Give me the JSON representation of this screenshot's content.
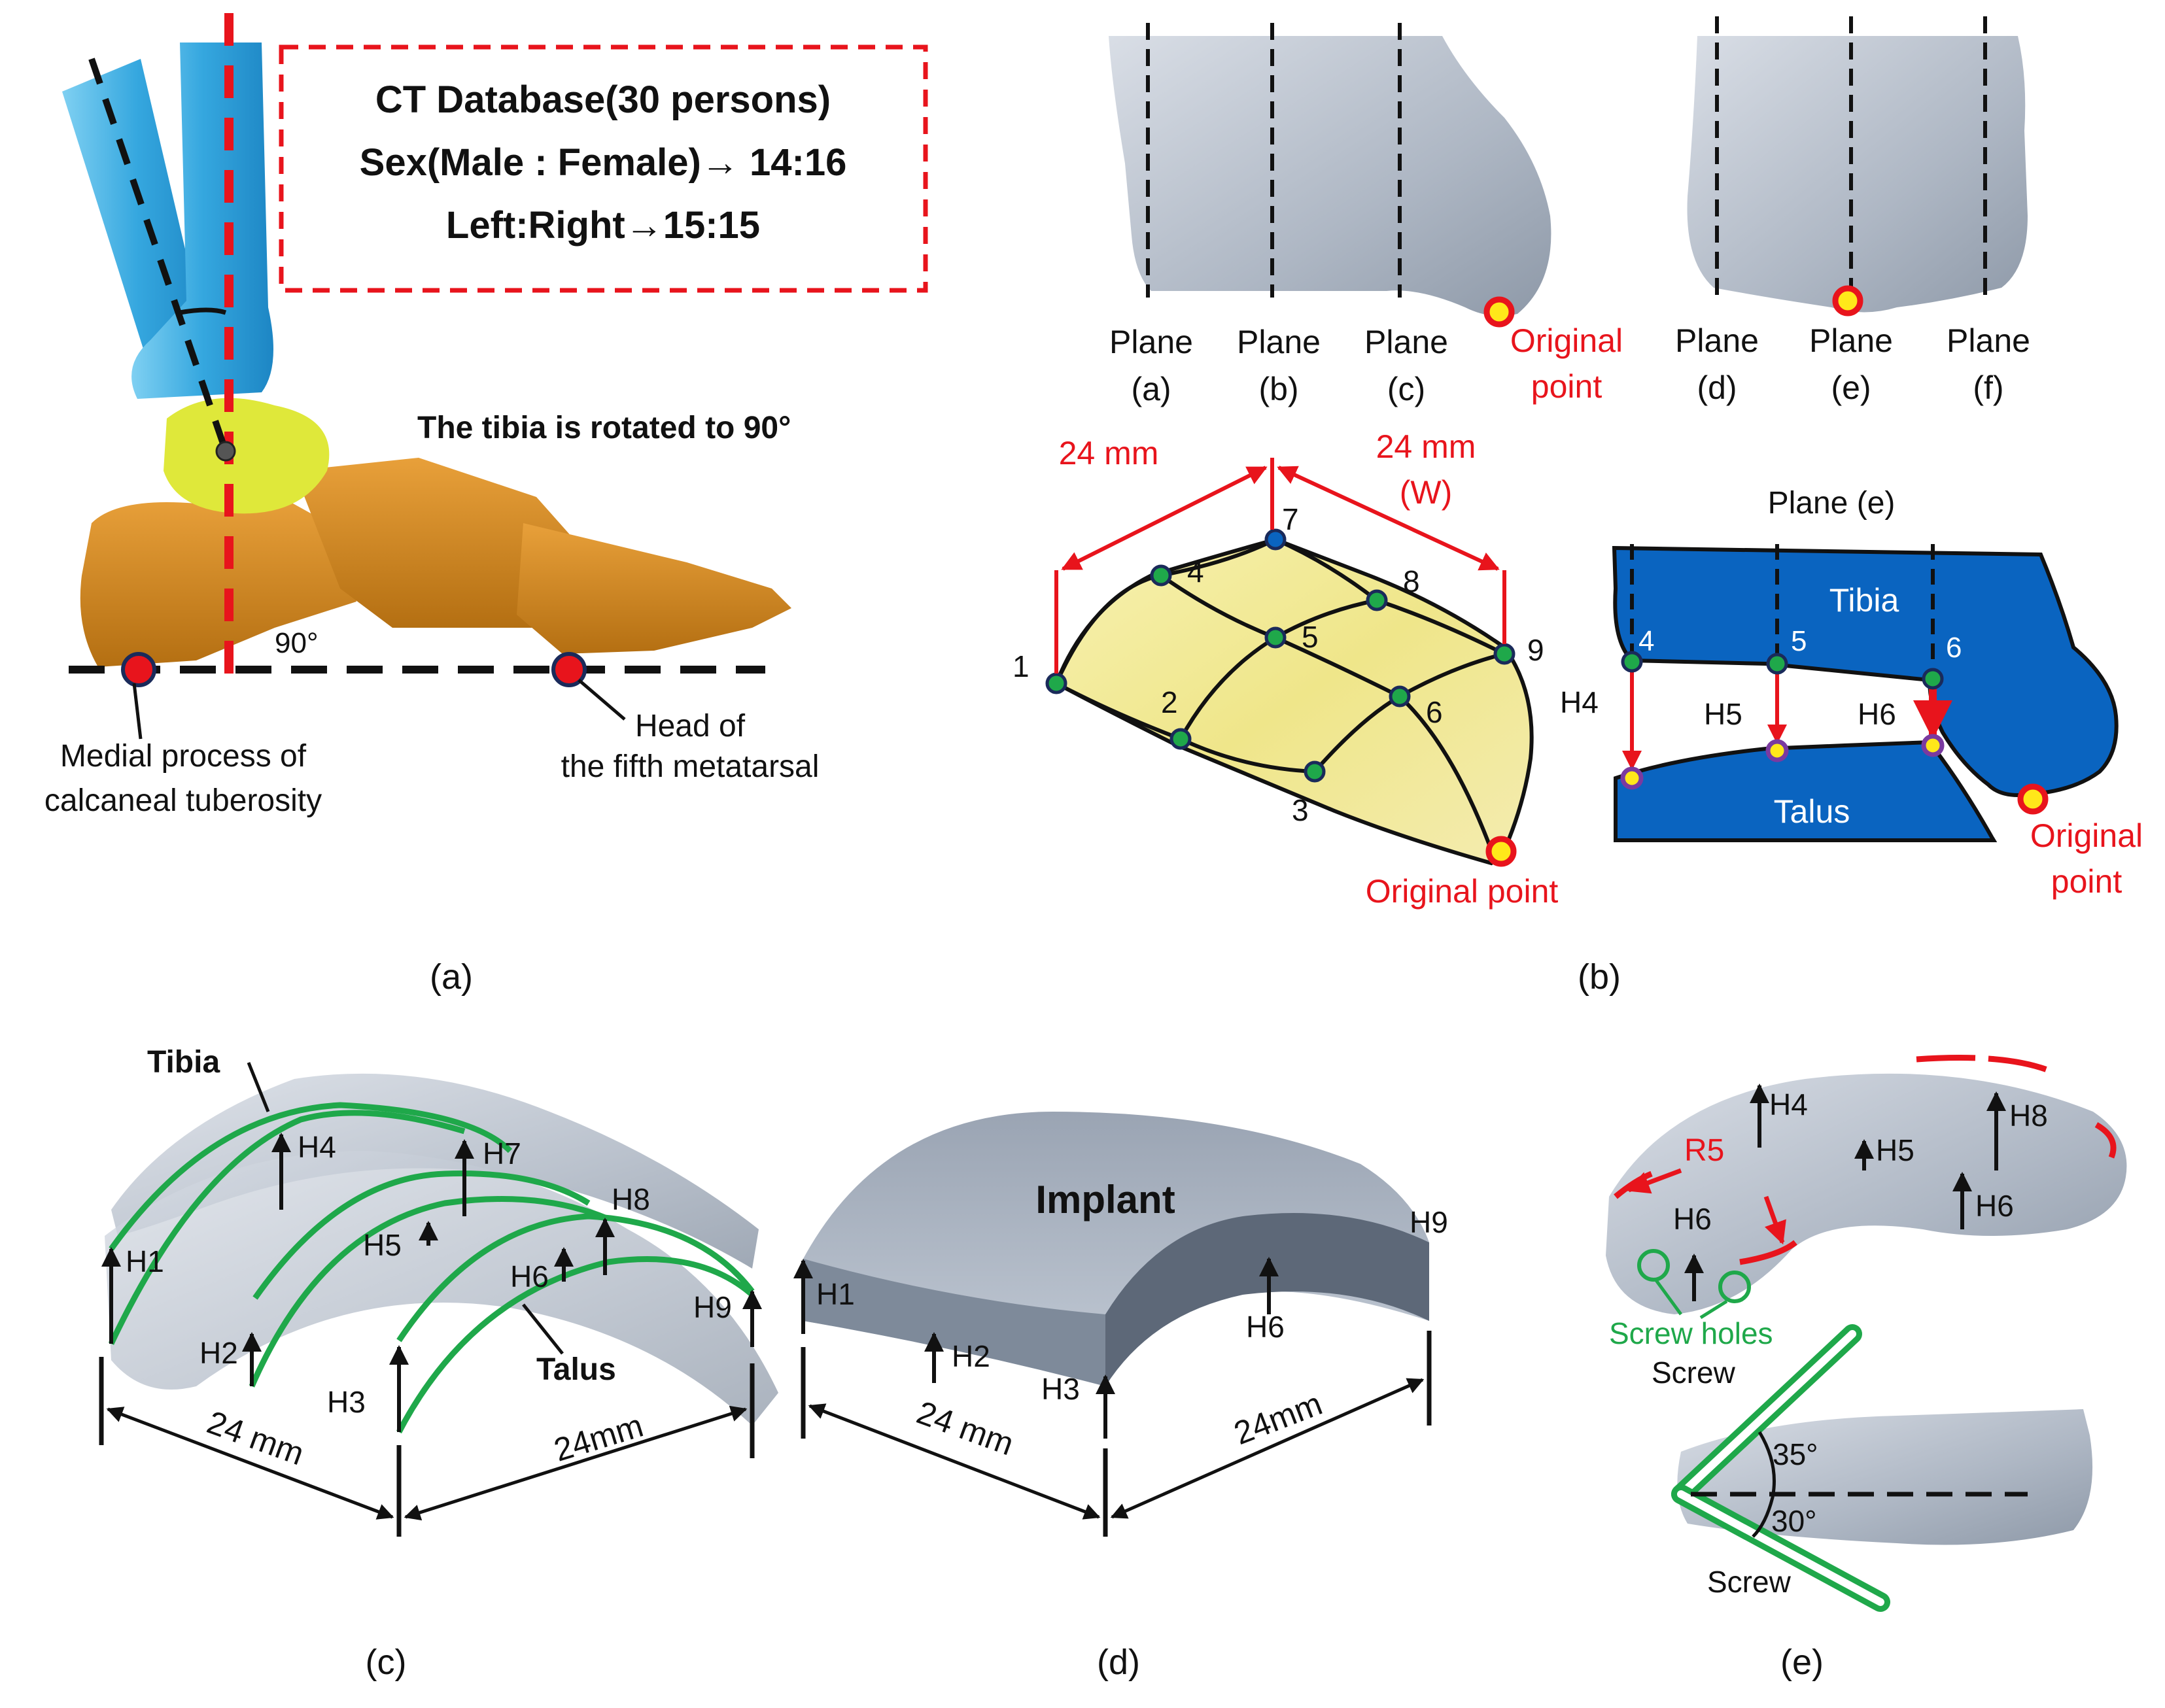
{
  "panel_a": {
    "box_line1": "CT Database(30 persons)",
    "box_line2": "Sex(Male : Female)→ 14:16",
    "box_line3": "Left:Right→15:15",
    "rotation_note": "The tibia is rotated to 90°",
    "angle": "90°",
    "label_medial_1": "Medial process of",
    "label_medial_2": "calcaneal tuberosity",
    "label_head_1": "Head of",
    "label_head_2": "the fifth metatarsal",
    "caption": "(a)"
  },
  "panel_b": {
    "plane_word": "Plane",
    "planes": [
      "(a)",
      "(b)",
      "(c)",
      "(d)",
      "(e)",
      "(f)"
    ],
    "orig_1": "Original",
    "orig_2": "point",
    "orig_full": "Original point",
    "dim_left": "24 mm",
    "dim_right_1": "24 mm",
    "dim_right_2": "(W)",
    "points": [
      "1",
      "2",
      "3",
      "4",
      "5",
      "6",
      "7",
      "8",
      "9"
    ],
    "plane_e": "Plane (e)",
    "tibia": "Tibia",
    "talus": "Talus",
    "h4": "H4",
    "h5": "H5",
    "h6": "H6",
    "caption": "(b)"
  },
  "panel_c": {
    "tibia": "Tibia",
    "talus": "Talus",
    "heights": [
      "H1",
      "H2",
      "H3",
      "H4",
      "H5",
      "H6",
      "H7",
      "H8",
      "H9"
    ],
    "dim1": "24 mm",
    "dim2": "24mm",
    "caption": "(c)"
  },
  "panel_d": {
    "implant": "Implant",
    "h1": "H1",
    "h2": "H2",
    "h3": "H3",
    "h6": "H6",
    "h9": "H9",
    "dim1": "24 mm",
    "dim2": "24mm",
    "caption": "(d)"
  },
  "panel_e": {
    "h4": "H4",
    "h5": "H5",
    "h6a": "H6",
    "h6b": "H6",
    "h8": "H8",
    "r5": "R5",
    "screw_holes": "Screw holes",
    "screw1": "Screw",
    "screw2": "Screw",
    "angle1": "35°",
    "angle2": "30°",
    "caption": "(e)"
  },
  "colors": {
    "tibia_blue": "#3aa8e0",
    "talus_yellow": "#dfe83a",
    "bone_orange": "#d58a1c",
    "red": "#e8141c",
    "green": "#1fa84a",
    "section_blue": "#0a64c0",
    "implant_gray": "#a9b4c3"
  }
}
